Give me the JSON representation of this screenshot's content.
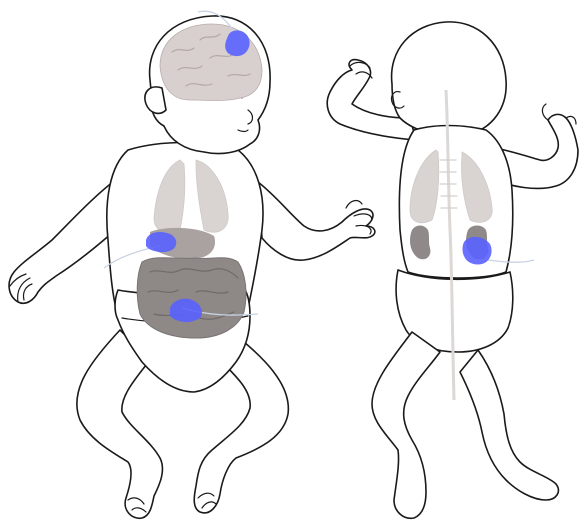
{
  "colors": {
    "background": "#ffffff",
    "outline": "#1a1a1a",
    "organ_light": "#d9d4d2",
    "organ_dark": "#8e8887",
    "sensor": "#5a62ff",
    "wire": "#c9d3e3"
  },
  "figures": [
    {
      "view": "front",
      "organs": [
        "brain",
        "lungs",
        "liver",
        "intestines"
      ],
      "sensors": [
        "head",
        "liver",
        "abdomen"
      ]
    },
    {
      "view": "back",
      "organs": [
        "lungs",
        "kidneys",
        "spine"
      ],
      "sensors": [
        "kidney"
      ]
    }
  ]
}
